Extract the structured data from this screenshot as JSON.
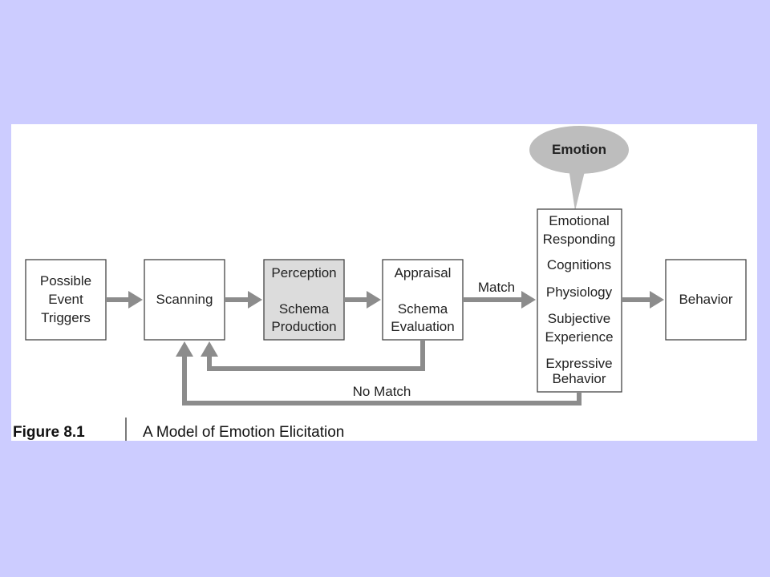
{
  "diagram": {
    "bubble": "Emotion",
    "nodes": {
      "triggers": [
        "Possible",
        "Event",
        "Triggers"
      ],
      "scanning": [
        "Scanning"
      ],
      "perception": [
        "Perception",
        "Schema",
        "Production"
      ],
      "appraisal": [
        "Appraisal",
        "Schema",
        "Evaluation"
      ],
      "responding": [
        "Emotional",
        "Responding",
        "Cognitions",
        "Physiology",
        "Subjective",
        "Experience",
        "Expressive",
        "Behavior"
      ],
      "behavior": [
        "Behavior"
      ]
    },
    "edge_labels": {
      "match": "Match",
      "no_match": "No Match"
    }
  },
  "caption": {
    "figure": "Figure 8.1",
    "title": "A Model of Emotion Elicitation"
  }
}
